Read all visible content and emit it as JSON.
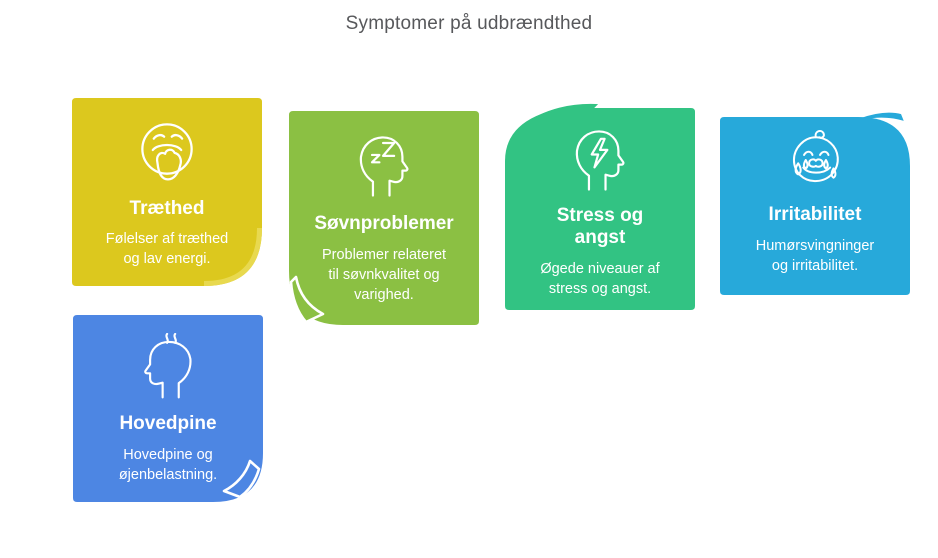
{
  "page": {
    "title": "Symptomer på udbrændthed",
    "title_color": "#57585b",
    "background_color": "#ffffff"
  },
  "cards": [
    {
      "id": "traethed",
      "title": "Træthed",
      "description": "Følelser af træthed\nog lav energi.",
      "color": "#dcc81e",
      "fold_color": "#e8d94f",
      "icon": "tired-yawning-face-icon",
      "curl_corner": "bottom-right"
    },
    {
      "id": "soevnproblemer",
      "title": "Søvnproblemer",
      "description": "Problemer relateret\ntil søvnkvalitet og\nvarighed.",
      "color": "#8bc043",
      "icon": "sleeping-head-zzz-icon",
      "curl_corner": "bottom-left"
    },
    {
      "id": "stress-og-angst",
      "title": "Stress og\nangst",
      "description": "Øgede niveauer af\nstress og angst.",
      "color": "#32c383",
      "icon": "stressed-head-lightning-icon",
      "curl_corner": "top-left"
    },
    {
      "id": "irritabilitet",
      "title": "Irritabilitet",
      "description": "Humørsvingninger\nog irritabilitet.",
      "color": "#27a9da",
      "icon": "crying-baby-face-icon",
      "curl_corner": "top-right"
    },
    {
      "id": "hovedpine",
      "title": "Hovedpine",
      "description": "Hovedpine og\nøjenbelastning.",
      "color": "#4d86e3",
      "icon": "headache-head-icon",
      "curl_corner": "bottom-right"
    }
  ]
}
